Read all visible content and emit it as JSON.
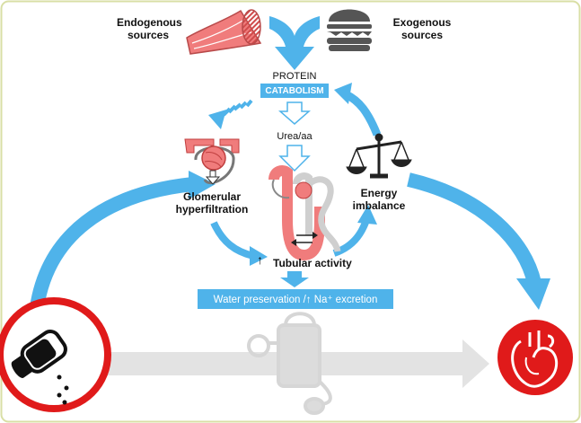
{
  "sources": {
    "endogenous_line1": "Endogenous",
    "endogenous_line2": "sources",
    "exogenous_line1": "Exogenous",
    "exogenous_line2": "sources"
  },
  "protein": {
    "label": "PROTEIN",
    "catabolism": "CATABOLISM"
  },
  "urea_label": "Urea/aa",
  "glomerular": {
    "line1": "Glomerular",
    "line2": "hyperfiltration"
  },
  "energy": {
    "line1": "Energy",
    "line2": "imbalance"
  },
  "tubular": {
    "arrow": "↑",
    "label": "Tubular activity"
  },
  "water_box": "Water preservation /↑ Na⁺ excretion",
  "colors": {
    "arrow_blue": "#4fb3ea",
    "box_blue": "#4fb3ea",
    "kidney_red": "#f07c7c",
    "heart_red": "#e01a1a",
    "salt_ring": "#e01a1a",
    "gray_arrow": "#e3e3e3",
    "border": "#d9dfa6"
  },
  "icons": [
    "muscle-icon",
    "burger-icon",
    "glomerulus-icon",
    "nephron-icon",
    "scale-icon",
    "salt-shaker-icon",
    "blood-pressure-icon",
    "heart-icon"
  ]
}
